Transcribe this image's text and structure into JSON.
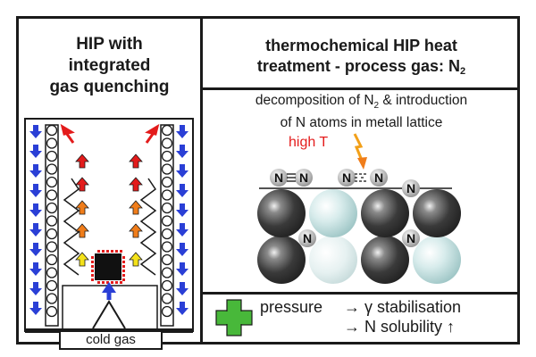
{
  "left_panel": {
    "title_lines": [
      "HIP with",
      "integrated",
      "gas quenching"
    ],
    "cold_gas_label": "cold gas"
  },
  "right_panel": {
    "title_line1": "thermochemical HIP heat",
    "title_line2_prefix": "treatment - process gas: N",
    "title_line2_sub": "2",
    "decomposition_line1_prefix": "decomposition of N",
    "decomposition_line1_sub": "2",
    "decomposition_line1_suffix": " & introduction",
    "decomposition_line2": "of N atoms in metall lattice",
    "high_t_label": "high T",
    "n_label": "N",
    "pressure_label": "pressure",
    "effect_lines": [
      "→ γ stabilisation",
      "→ N solubility ↑"
    ]
  },
  "colors": {
    "blue_arrow": "#2a3fd6",
    "red_arrow": "#e31b1b",
    "orange_arrow": "#f07d1a",
    "yellow_arrow": "#f4e21a",
    "green_plus": "#48b83a",
    "high_t_red": "#e41d1d",
    "lightning_orange": "#f2a019",
    "dark_atom": "#3d3d3d",
    "light_atom": "#c9e3e3"
  }
}
